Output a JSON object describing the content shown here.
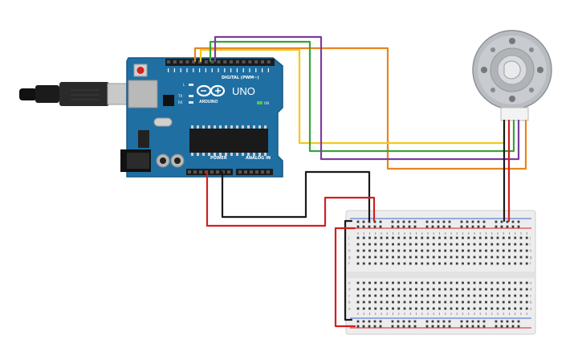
{
  "arduino": {
    "model_label": "UNO",
    "brand_label": "ARDUINO",
    "digital_label": "DIGITAL (PWM~)",
    "power_label": "POWER",
    "analog_label": "ANALOG IN",
    "on_label": "ON",
    "tx_label": "TX",
    "rx_label": "RX",
    "l_label": "L",
    "board_color": "#1f6fa3"
  },
  "breadboard": {
    "row_letters_top": [
      "j",
      "i",
      "h",
      "g",
      "f"
    ],
    "row_letters_bottom": [
      "e",
      "d",
      "c",
      "b",
      "a"
    ],
    "column_count": 30
  },
  "wire_colors": {
    "orange": "#e8861b",
    "yellow": "#f2c81a",
    "green": "#3aa33a",
    "purple": "#7a3d9c",
    "red": "#d11f1f",
    "black": "#1a1a1a"
  }
}
